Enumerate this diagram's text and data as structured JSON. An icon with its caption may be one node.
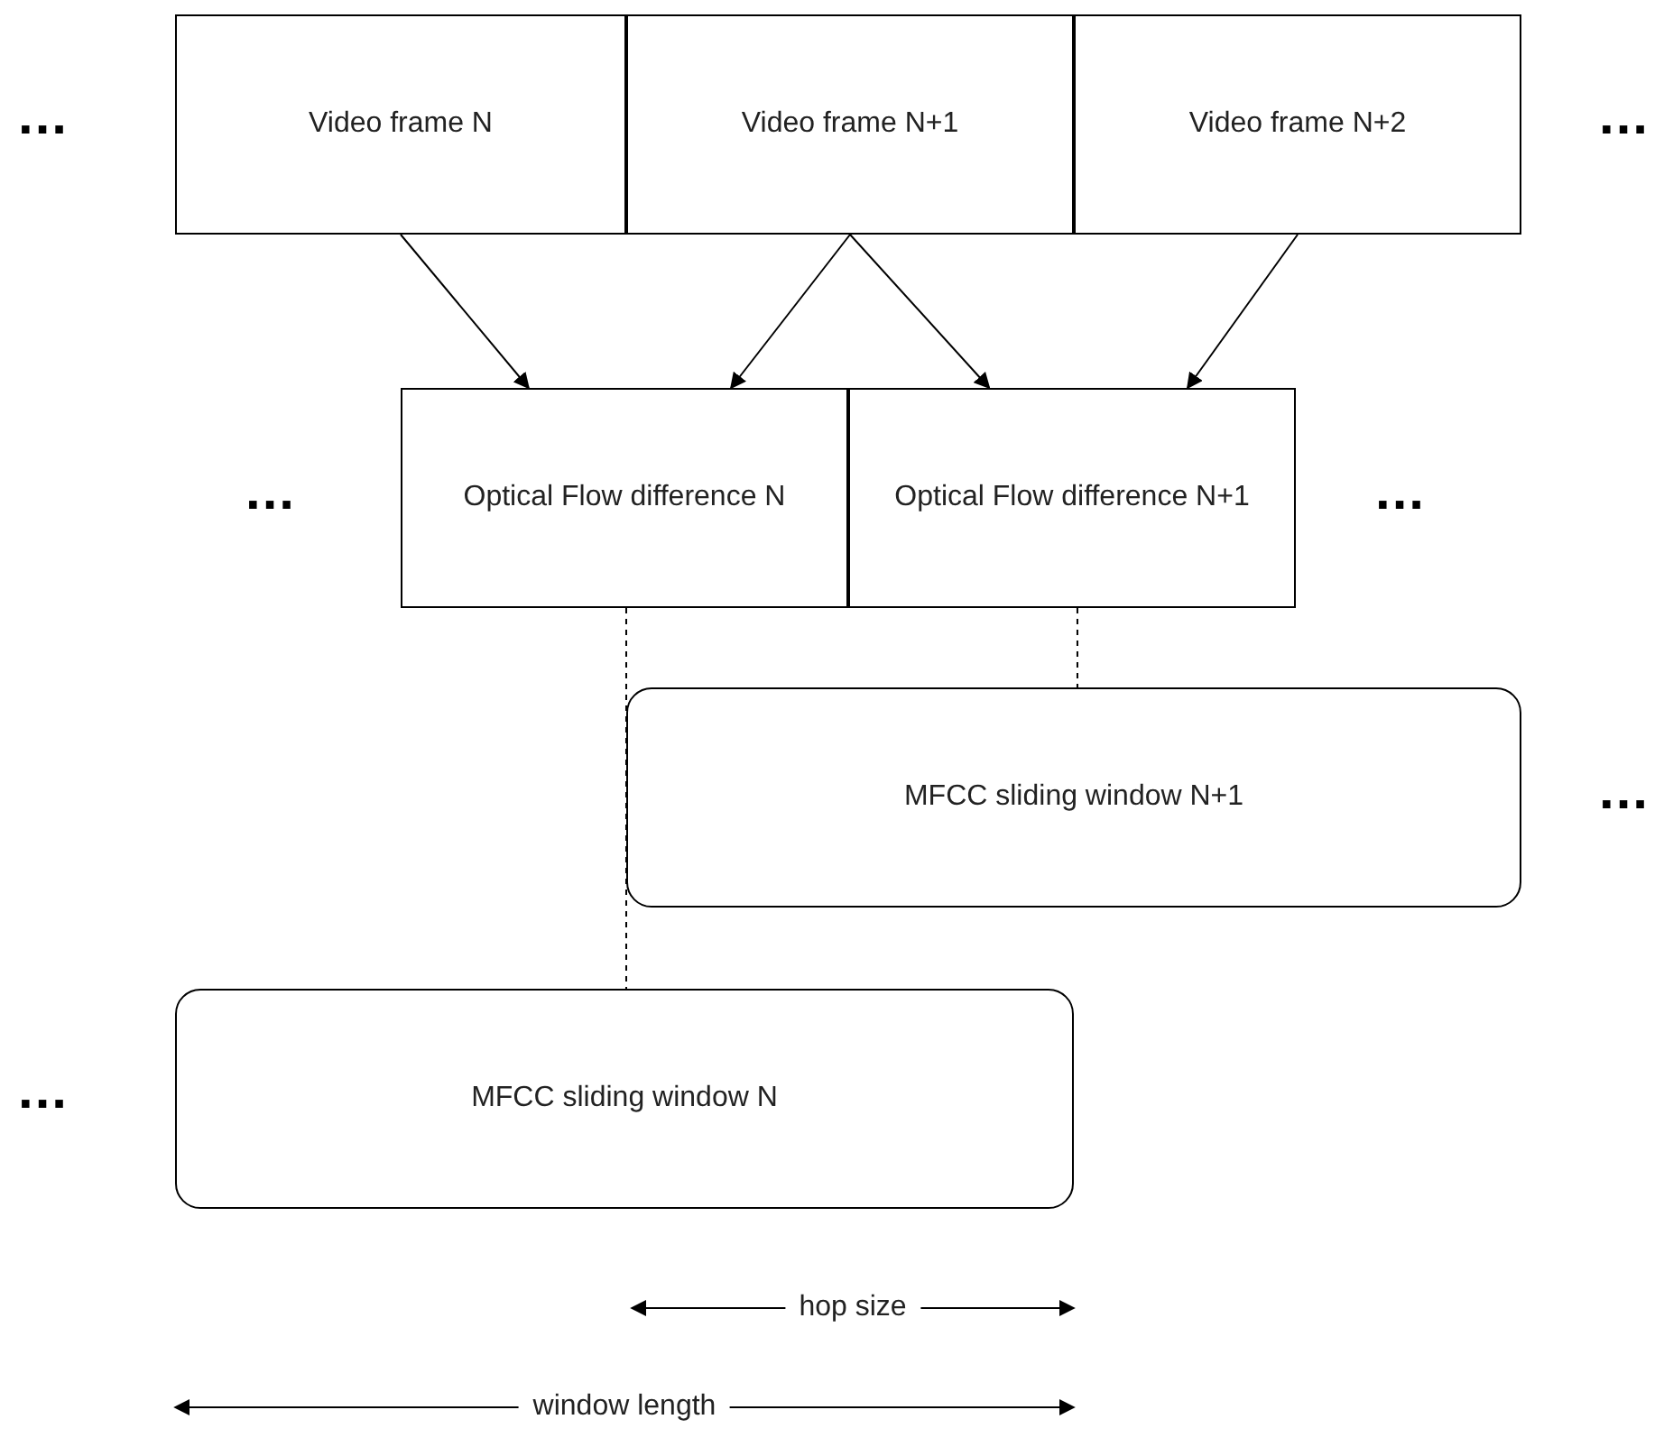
{
  "diagram": {
    "nodes": [
      {
        "text": [
          "Video frame N"
        ]
      },
      {
        "text": [
          "Video frame N+1"
        ]
      },
      {
        "text": [
          "Video frame N+2"
        ]
      },
      {
        "text": [
          "Optical Flow difference N"
        ]
      },
      {
        "text": [
          "Optical Flow difference N+1"
        ]
      },
      {
        "text": [
          "MFCC sliding window N+1"
        ]
      },
      {
        "text": [
          "MFCC sliding window N"
        ]
      }
    ],
    "edges": [
      {
        "from": 0,
        "to": 3,
        "arrow": "to"
      },
      {
        "from": 1,
        "to": 3,
        "arrow": "to"
      },
      {
        "from": 1,
        "to": 4,
        "arrow": "to"
      },
      {
        "from": 2,
        "to": 4,
        "arrow": "to"
      },
      {
        "from": 3,
        "to": 6,
        "arrow": "none",
        "style": "dashed"
      },
      {
        "from": 4,
        "to": 5,
        "arrow": "none",
        "style": "dashed"
      }
    ],
    "labels": [
      "...",
      "...",
      "...",
      "...",
      "...",
      "...",
      "hop size",
      "window length"
    ]
  }
}
